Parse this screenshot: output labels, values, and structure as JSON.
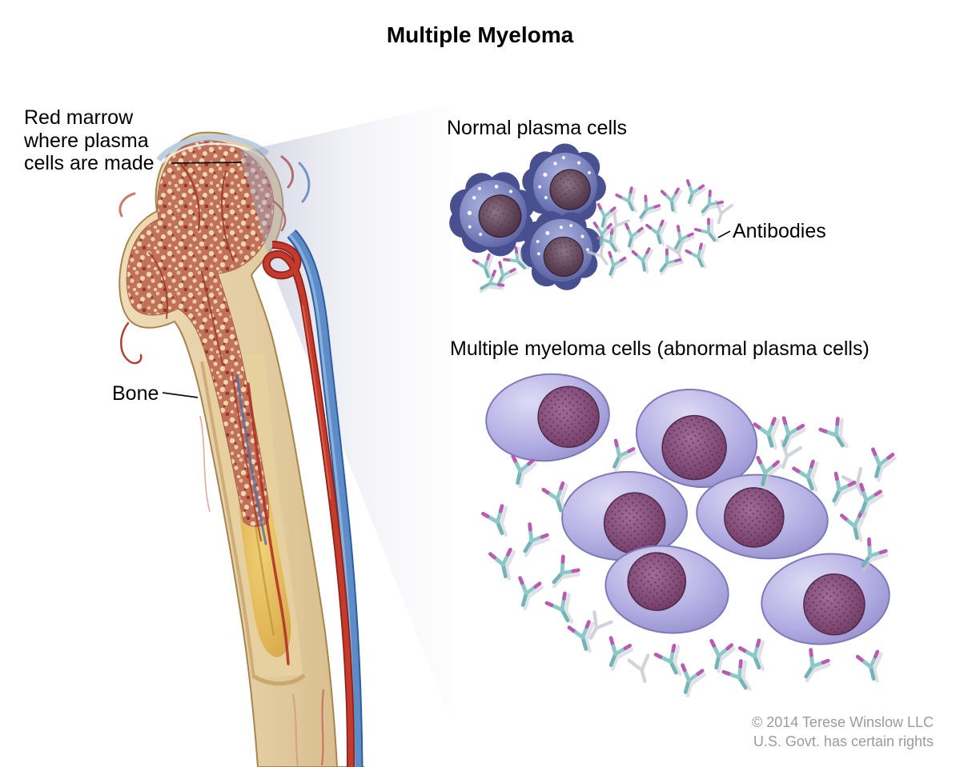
{
  "title": "Multiple Myeloma",
  "labels": {
    "red_marrow_line1": "Red marrow",
    "red_marrow_line2": "where plasma",
    "red_marrow_line3": "cells are made",
    "bone": "Bone",
    "normal_plasma_cells": "Normal plasma cells",
    "antibodies": "Antibodies",
    "myeloma_cells": "Multiple myeloma cells (abnormal plasma cells)"
  },
  "credit": {
    "line1": "© 2014 Terese Winslow LLC",
    "line2": "U.S. Govt. has certain rights"
  },
  "icons": {
    "antibody": "antibody-y-icon",
    "plasma_cell": "plasma-cell-icon",
    "myeloma_cell": "myeloma-cell-icon"
  },
  "colors": {
    "background": "#ffffff",
    "label_text": "#000000",
    "credit_text": "#9b9b9b",
    "bone_outer": "#e3cda2",
    "red_marrow": "#c1705a",
    "yellow_marrow": "#e8c25e",
    "artery_red": "#c43a2c",
    "vein_blue": "#5d8cc8",
    "normal_cell_blue": "#7e86c0",
    "myeloma_cell_lavender": "#b5b0e4",
    "nucleus_purple": "#7a446f",
    "antibody_teal": "#8cc8c8",
    "antibody_magenta": "#b85cb0",
    "cone_gray": "#c3c6da"
  }
}
